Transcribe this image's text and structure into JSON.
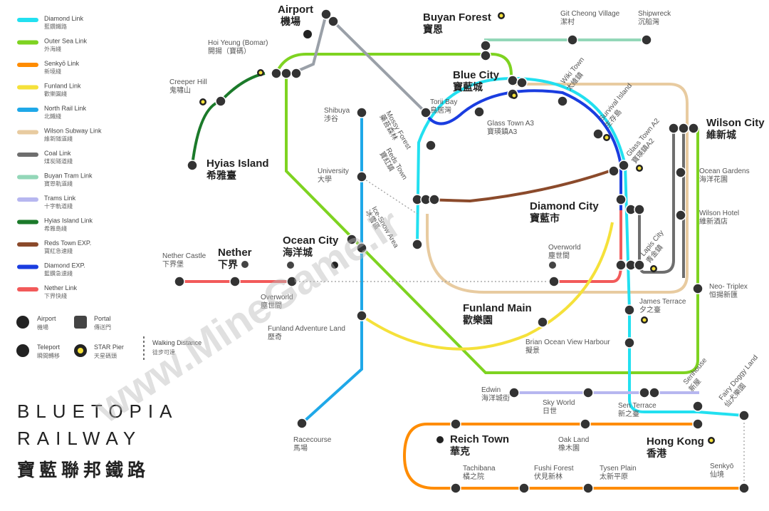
{
  "legend": [
    {
      "en": "Diamond Link",
      "zh": "藍鑽鐵路",
      "color": "#22e0f0"
    },
    {
      "en": "Outer Sea Link",
      "zh": "外海綫",
      "color": "#7ed321"
    },
    {
      "en": "Senkyō Link",
      "zh": "新境綫",
      "color": "#ff8c00"
    },
    {
      "en": "Funland Link",
      "zh": "歡樂園綫",
      "color": "#f5e13a"
    },
    {
      "en": "North Rail Link",
      "zh": "北鐵綫",
      "color": "#1fa8e8"
    },
    {
      "en": "Wilson Subway Link",
      "zh": "維新隧道綫",
      "color": "#e8cba0"
    },
    {
      "en": "Coal Link",
      "zh": "煤炭隧道綫",
      "color": "#6e6e6e"
    },
    {
      "en": "Buyan Tram Link",
      "zh": "寶恩軌道綫",
      "color": "#93d7b8"
    },
    {
      "en": "Trams Link",
      "zh": "十字軌道綫",
      "color": "#b7b7f0"
    },
    {
      "en": "Hyias Island Link",
      "zh": "希雅島綫",
      "color": "#1b7a2a"
    },
    {
      "en": "Reds Town EXP.",
      "zh": "寶紅急速綫",
      "color": "#8b4a2b"
    },
    {
      "en": "Diamond EXP.",
      "zh": "藍鑽急速綫",
      "color": "#1a3de0"
    },
    {
      "en": "Nether Link",
      "zh": "下界快綫",
      "color": "#f25a5a"
    }
  ],
  "symbols": {
    "airport": {
      "en": "Airport",
      "zh": "機場"
    },
    "portal": {
      "en": "Portal",
      "zh": "傳送門"
    },
    "teleport": {
      "en": "Teleport",
      "zh": "瞬間轉移"
    },
    "star_pier": {
      "en": "STAR Pier",
      "zh": "天星碼頭"
    },
    "walking": {
      "en": "Walking Distance",
      "zh": "徒步可達"
    }
  },
  "brand": {
    "line1": "BLUETOPIA",
    "line2": "RAILWAY",
    "zh": "寶藍聯邦鐵路"
  },
  "watermark": "www.MineGame.ir",
  "major_stations": [
    {
      "id": "airport",
      "en": "Airport",
      "zh": "機場"
    },
    {
      "id": "buyan-forest",
      "en": "Buyan Forest",
      "zh": "寶恩"
    },
    {
      "id": "blue-city",
      "en": "Blue City",
      "zh": "寶藍城"
    },
    {
      "id": "wilson-city",
      "en": "Wilson City",
      "zh": "維新城"
    },
    {
      "id": "hyias-island",
      "en": "Hyias Island",
      "zh": "希雅臺"
    },
    {
      "id": "diamond-city",
      "en": "Diamond City",
      "zh": "寶藍市"
    },
    {
      "id": "ocean-city",
      "en": "Ocean City",
      "zh": "海洋城"
    },
    {
      "id": "nether",
      "en": "Nether",
      "zh": "下界"
    },
    {
      "id": "funland-main",
      "en": "Funland Main",
      "zh": "歡樂園"
    },
    {
      "id": "reich-town",
      "en": "Reich Town",
      "zh": "華克"
    },
    {
      "id": "hong-kong",
      "en": "Hong Kong",
      "zh": "香港"
    }
  ],
  "stations": [
    {
      "id": "git-cheong",
      "en": "Git Cheong Village",
      "zh": "潔村"
    },
    {
      "id": "shipwreck",
      "en": "Shipwreck",
      "zh": "沉船灣"
    },
    {
      "id": "hoi-yeung",
      "en": "Hoi Yeung (Bomar)",
      "zh": "開揚（寶碼）"
    },
    {
      "id": "creeper-hill",
      "en": "Creeper Hill",
      "zh": "鬼嘯山"
    },
    {
      "id": "torii-bay",
      "en": "Torii Bay",
      "zh": "鳥居灣"
    },
    {
      "id": "glass-town-a3",
      "en": "Glass Town A3",
      "zh": "寶瑛鎮A3"
    },
    {
      "id": "wiki-town",
      "en": "Wiki Town",
      "zh": "太維鎮"
    },
    {
      "id": "survival-island",
      "en": "Survival Island",
      "zh": "生存島"
    },
    {
      "id": "glass-town-a2",
      "en": "Glass Town A2",
      "zh": "寶瑛鎮A2"
    },
    {
      "id": "shibuya",
      "en": "Shibuya",
      "zh": "涉谷"
    },
    {
      "id": "mossy-forest",
      "en": "Mossy Forest",
      "zh": "藥苔森林"
    },
    {
      "id": "university",
      "en": "University",
      "zh": "大學"
    },
    {
      "id": "reds-town",
      "en": "Reds Town",
      "zh": "寶紅鎮"
    },
    {
      "id": "ice-snow",
      "en": "Ice-Snow Area",
      "zh": "冰雪區"
    },
    {
      "id": "ocean-gardens",
      "en": "Ocean Gardens",
      "zh": "海洋花園"
    },
    {
      "id": "wilson-hotel",
      "en": "Wilson Hotel",
      "zh": "維新酒店"
    },
    {
      "id": "lapis-city",
      "en": "Lapis City",
      "zh": "青金鎮"
    },
    {
      "id": "overworld-e",
      "en": "Overworld",
      "zh": "塵世間"
    },
    {
      "id": "nether-castle",
      "en": "Nether Castle",
      "zh": "下界堡"
    },
    {
      "id": "overworld-w",
      "en": "Overworld",
      "zh": "塵世間"
    },
    {
      "id": "neo-triplex",
      "en": "Neo- Triplex",
      "zh": "恒揚新匯"
    },
    {
      "id": "james-terrace",
      "en": "James Terrace",
      "zh": "夕之臺"
    },
    {
      "id": "funland-adventure",
      "en": "Funland Adventure Land",
      "zh": "歷奇"
    },
    {
      "id": "brian-ocean",
      "en": "Brian Ocean View Harbour",
      "zh": "擬景"
    },
    {
      "id": "edwin",
      "en": "Edwin",
      "zh": "海洋城街"
    },
    {
      "id": "sky-world",
      "en": "Sky World",
      "zh": "日世"
    },
    {
      "id": "sen-terrace",
      "en": "Sen Terrace",
      "zh": "新之臺"
    },
    {
      "id": "senhouse",
      "en": "Senhouse",
      "zh": "新屋"
    },
    {
      "id": "fairy-doggy",
      "en": "Fairy Doggy Land",
      "zh": "仙犬樂園"
    },
    {
      "id": "racecourse",
      "en": "Racecourse",
      "zh": "馬場"
    },
    {
      "id": "oak-land",
      "en": "Oak Land",
      "zh": "橡木園"
    },
    {
      "id": "tachibana",
      "en": "Tachibana",
      "zh": "橘之院"
    },
    {
      "id": "fushi-forest",
      "en": "Fushi Forest",
      "zh": "伏見新林"
    },
    {
      "id": "tysen-plain",
      "en": "Tysen Plain",
      "zh": "太新平原"
    },
    {
      "id": "senkyo",
      "en": "Senkyō",
      "zh": "仙境"
    }
  ]
}
